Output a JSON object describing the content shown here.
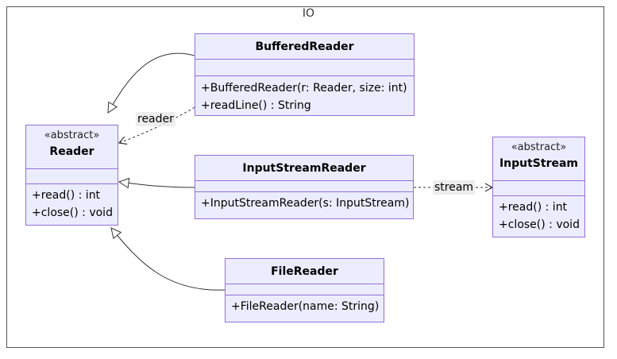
{
  "package": {
    "name": "IO"
  },
  "classes": {
    "buffered_reader": {
      "name": "BufferedReader",
      "stereotype": "",
      "attributes": [],
      "methods": [
        "+BufferedReader(r: Reader, size: int)",
        "+readLine() : String"
      ]
    },
    "reader": {
      "name": "Reader",
      "stereotype": "«abstract»",
      "attributes": [],
      "methods": [
        "+read() : int",
        "+close() : void"
      ]
    },
    "input_stream_reader": {
      "name": "InputStreamReader",
      "stereotype": "",
      "attributes": [],
      "methods": [
        "+InputStreamReader(s: InputStream)"
      ]
    },
    "input_stream": {
      "name": "InputStream",
      "stereotype": "«abstract»",
      "attributes": [],
      "methods": [
        "+read() : int",
        "+close() : void"
      ]
    },
    "file_reader": {
      "name": "FileReader",
      "stereotype": "",
      "attributes": [],
      "methods": [
        "+FileReader(name: String)"
      ]
    }
  },
  "relations": [
    {
      "type": "inheritance",
      "from": "BufferedReader",
      "to": "Reader"
    },
    {
      "type": "inheritance",
      "from": "InputStreamReader",
      "to": "Reader"
    },
    {
      "type": "inheritance",
      "from": "FileReader",
      "to": "Reader"
    },
    {
      "type": "dependency",
      "from": "BufferedReader",
      "to": "Reader",
      "label": "reader"
    },
    {
      "type": "dependency",
      "from": "InputStreamReader",
      "to": "InputStream",
      "label": "stream"
    }
  ],
  "colors": {
    "class_fill": "#ececff",
    "class_border": "#9370db",
    "line": "#333333",
    "frame": "#555555"
  }
}
